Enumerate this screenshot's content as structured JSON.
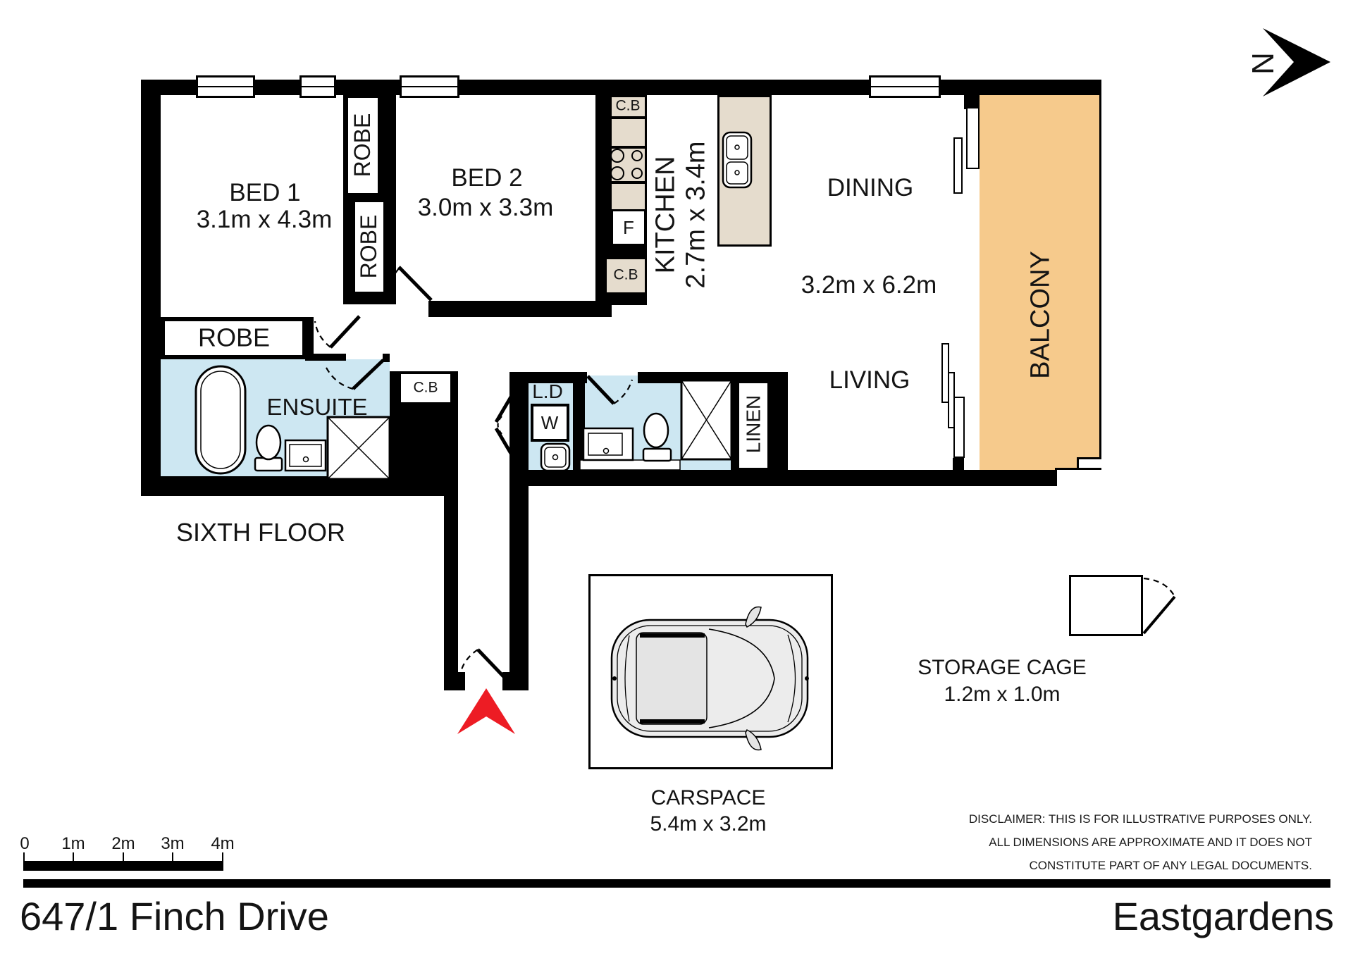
{
  "colors": {
    "wet_area": "#cde7f2",
    "cabinet": "#e5dccd",
    "balcony": "#f6ca8c",
    "arrow_red": "#ed1c24"
  },
  "north_label": "N",
  "floor_label": "SIXTH FLOOR",
  "rooms": {
    "bed1": {
      "name": "BED 1",
      "dims": "3.1m x 4.3m"
    },
    "bed2": {
      "name": "BED 2",
      "dims": "3.0m x 3.3m"
    },
    "kitchen": {
      "name": "KITCHEN",
      "dims": "2.7m x 3.4m"
    },
    "dining": {
      "name": "DINING"
    },
    "living": {
      "name": "LIVING"
    },
    "living_dining_dims": "3.2m x 6.2m",
    "balcony": {
      "name": "BALCONY"
    },
    "ensuite": {
      "name": "ENSUITE"
    },
    "laundry": {
      "name": "L.D"
    }
  },
  "fixtures": {
    "robe": "ROBE",
    "linen": "LINEN",
    "cupboard": "C.B",
    "fridge": "F",
    "washer": "W"
  },
  "carspace": {
    "name": "CARSPACE",
    "dims": "5.4m x 3.2m"
  },
  "storage": {
    "name": "STORAGE CAGE",
    "dims": "1.2m x 1.0m"
  },
  "scale_bar": {
    "labels": [
      "0",
      "1m",
      "2m",
      "3m",
      "4m"
    ]
  },
  "footer": {
    "address": "647/1 Finch Drive",
    "suburb": "Eastgardens"
  },
  "disclaimer": [
    "DISCLAIMER: THIS IS FOR ILLUSTRATIVE PURPOSES ONLY.",
    "ALL DIMENSIONS ARE APPROXIMATE AND IT DOES NOT",
    "CONSTITUTE PART OF ANY LEGAL DOCUMENTS."
  ]
}
